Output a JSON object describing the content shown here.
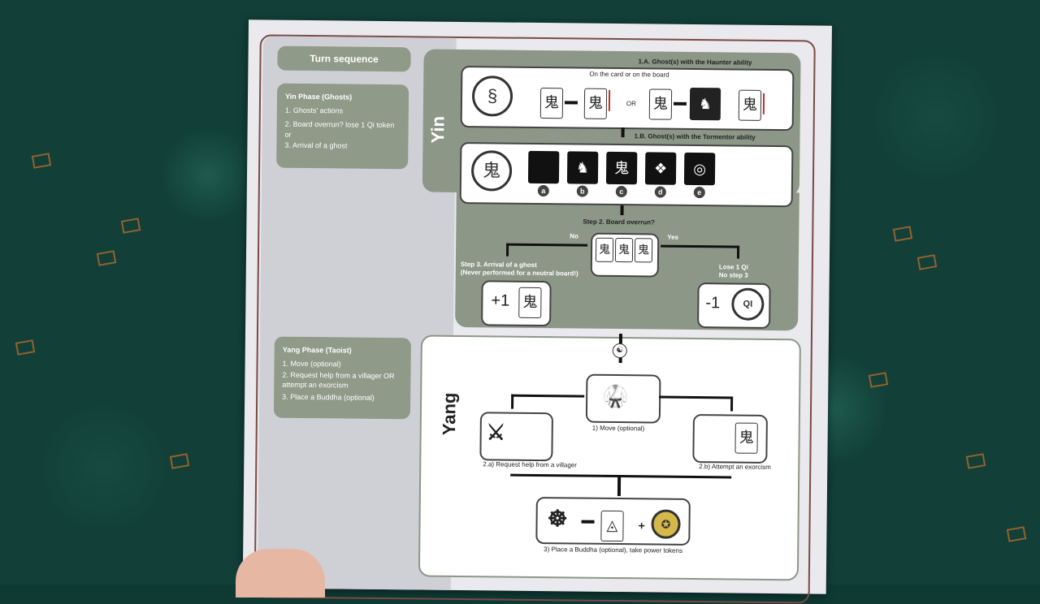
{
  "sheet": {
    "title": "Turn sequence",
    "yin_phase": {
      "heading": "Yin Phase (Ghosts)",
      "items": [
        "1. Ghosts' actions",
        "2. Board overrun? lose 1 Qi token",
        "or",
        "3. Arrival of a ghost"
      ]
    },
    "yang_phase": {
      "heading": "Yang Phase (Taoist)",
      "items": [
        "1. Move (optional)",
        "2. Request help from a villager OR attempt an exorcism",
        "3. Place a Buddha (optional)"
      ]
    },
    "yin": {
      "label": "Yin",
      "step1a": "1.A. Ghost(s) with the Haunter ability",
      "step1a_note": "On the card or on the board",
      "or": "OR",
      "step1b": "1.B. Ghost(s) with the Tormentor ability",
      "tormentor_letters": [
        "a",
        "b",
        "c",
        "d",
        "e"
      ],
      "step2": "Step 2. Board overrun?",
      "no": "No",
      "yes": "Yes",
      "step3": "Step 3. Arrival of a ghost",
      "step3_note": "(Never performed for a neutral board!)",
      "lose_qi": "Lose 1 Qi",
      "no_step3": "No step 3",
      "plus_one": "+1",
      "minus_one": "-1",
      "qi": "QI",
      "ghost_glyph": "鬼"
    },
    "yang": {
      "label": "Yang",
      "move": "1) Move (optional)",
      "request": "2.a) Request help from a villager",
      "exorcism": "2.b) Attempt an exorcism",
      "buddha": "3) Place a Buddha (optional), take power tokens",
      "plus": "+"
    }
  },
  "colors": {
    "panel": "#8c9787",
    "sheet": "#e9e9ee",
    "carpet": "#123f38",
    "accent_red": "#c0302c"
  }
}
